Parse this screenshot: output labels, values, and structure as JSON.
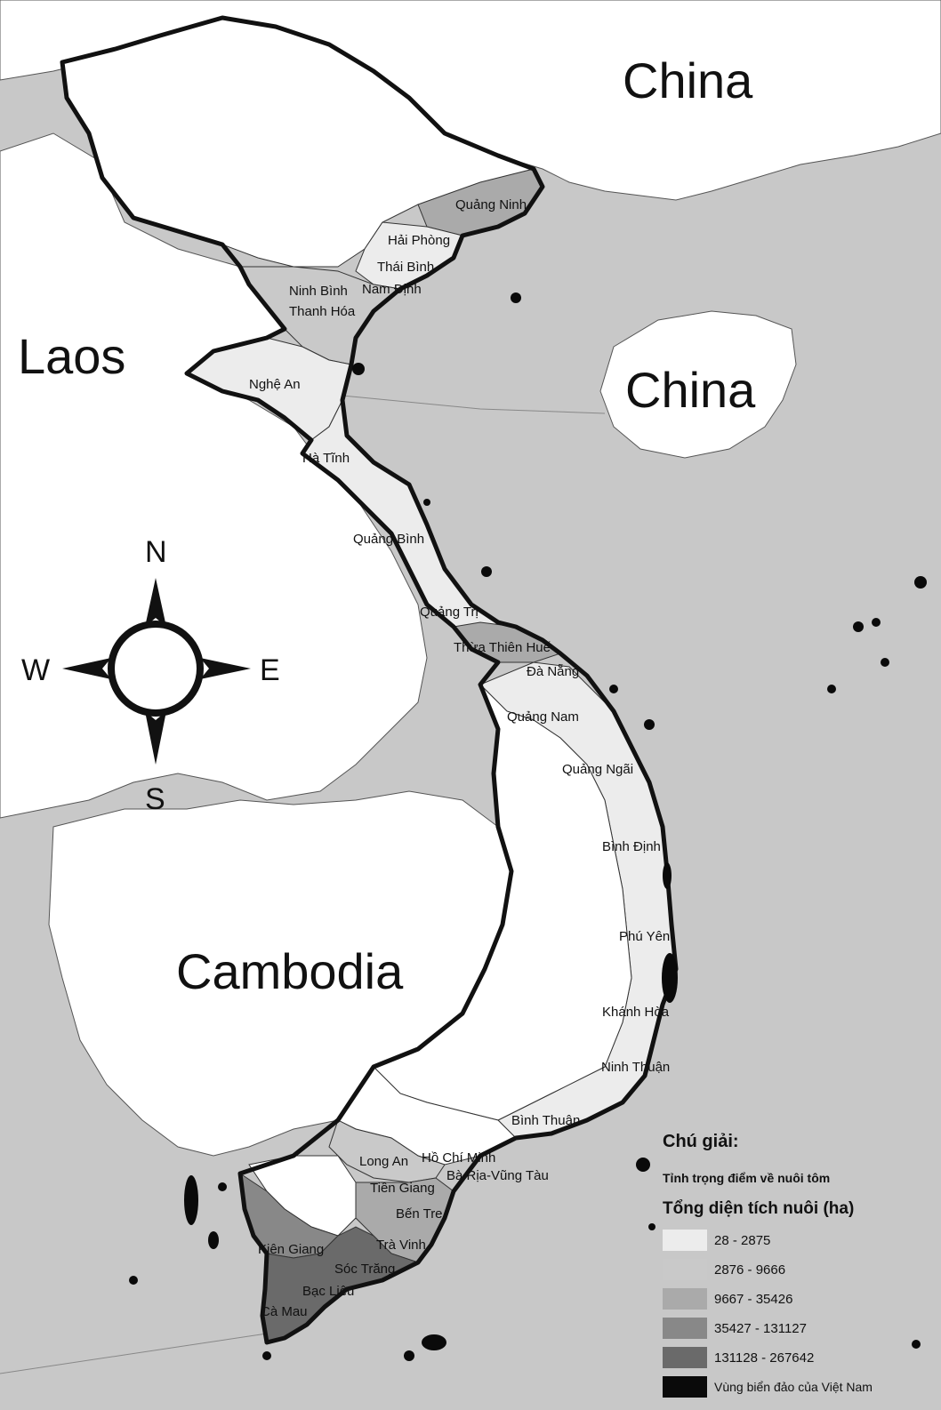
{
  "countries": {
    "china_north": "China",
    "china_hainan": "China",
    "laos": "Laos",
    "cambodia": "Cambodia"
  },
  "compass": {
    "n": "N",
    "s": "S",
    "e": "E",
    "w": "W"
  },
  "provinces": [
    "Quảng Ninh",
    "Hải Phòng",
    "Thái Bình",
    "Nam Định",
    "Ninh Bình",
    "Thanh Hóa",
    "Nghệ An",
    "Hà Tĩnh",
    "Quảng Bình",
    "Quảng Trị",
    "Thừa Thiên Huế",
    "Đà Nẵng",
    "Quảng Nam",
    "Quảng Ngãi",
    "Bình Định",
    "Phú Yên",
    "Khánh Hòa",
    "Ninh Thuận",
    "Bình Thuận",
    "Hồ Chí Minh",
    "Long An",
    "Bà Rịa-Vũng Tàu",
    "Tiền Giang",
    "Bến Tre",
    "Trà Vinh",
    "Kiên Giang",
    "Sóc Trăng",
    "Bạc Liêu",
    "Cà Mau"
  ],
  "legend": {
    "title": "Chú giải:",
    "key_dot_label": "Tỉnh trọng điểm về nuôi tôm",
    "subtitle": "Tổng diện tích nuôi (ha)",
    "classes": [
      {
        "label": "28 - 2875",
        "color": "#ececec"
      },
      {
        "label": "2876 - 9666",
        "color": "#c9c9c9"
      },
      {
        "label": "9667 - 35426",
        "color": "#aaaaaa"
      },
      {
        "label": "35427 - 131127",
        "color": "#888888"
      },
      {
        "label": "131128 - 267642",
        "color": "#6a6a6a"
      },
      {
        "label": "Vùng biển đảo của Việt Nam",
        "color": "#0a0a0a"
      }
    ]
  },
  "colors": {
    "sea": "#c8c8c8",
    "land": "#ffffff",
    "border": "#111111"
  }
}
